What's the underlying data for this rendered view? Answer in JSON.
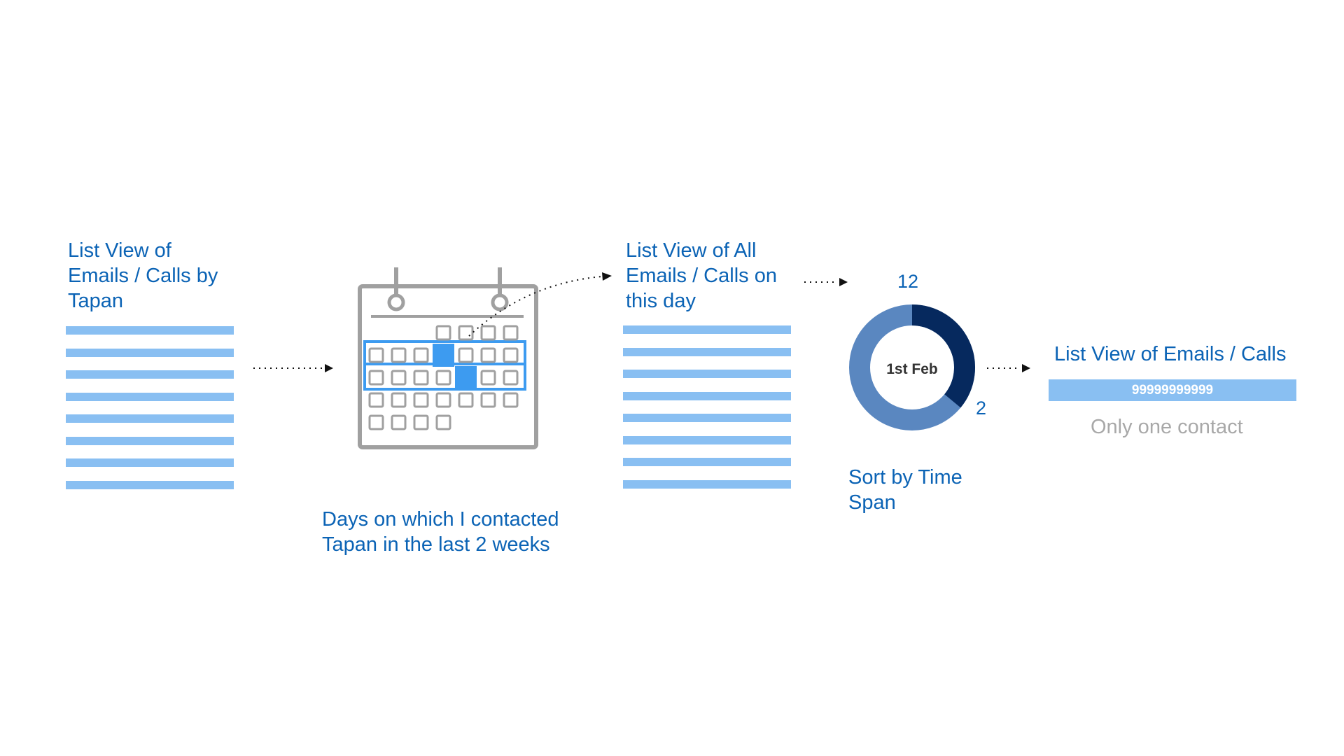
{
  "steps": [
    {
      "title": "List View of\nEmails / Calls by\nTapan"
    },
    {
      "caption": "Days on which I contacted\nTapan in the last 2 weeks"
    },
    {
      "title": "List View of All\nEmails / Calls on\nthis day"
    },
    {
      "caption": "Sort by Time\nSpan",
      "donut": {
        "center_label": "1st Feb",
        "top_value": "12",
        "bottom_value": "2",
        "highlighted_fraction": 0.36
      }
    },
    {
      "title": "List View of Emails / Calls",
      "contact_number": "99999999999",
      "note": "Only one contact"
    }
  ],
  "list_rows": 8,
  "calendar": {
    "rows": [
      [
        0,
        0,
        0,
        1,
        1,
        1,
        1
      ],
      [
        1,
        1,
        1,
        2,
        1,
        1,
        1
      ],
      [
        1,
        1,
        1,
        1,
        2,
        1,
        1
      ],
      [
        1,
        1,
        1,
        1,
        1,
        1,
        1
      ],
      [
        1,
        1,
        1,
        1,
        0,
        0,
        0
      ]
    ],
    "highlighted_rows": [
      1,
      2
    ]
  },
  "colors": {
    "text_blue": "#0b63b5",
    "list_bar": "#89bff2",
    "calendar_gray": "#a0a0a0",
    "calendar_highlight": "#3d9bf0",
    "donut_light": "#5a87c0",
    "donut_dark": "#06295e",
    "note_gray": "#a8a8a8"
  }
}
